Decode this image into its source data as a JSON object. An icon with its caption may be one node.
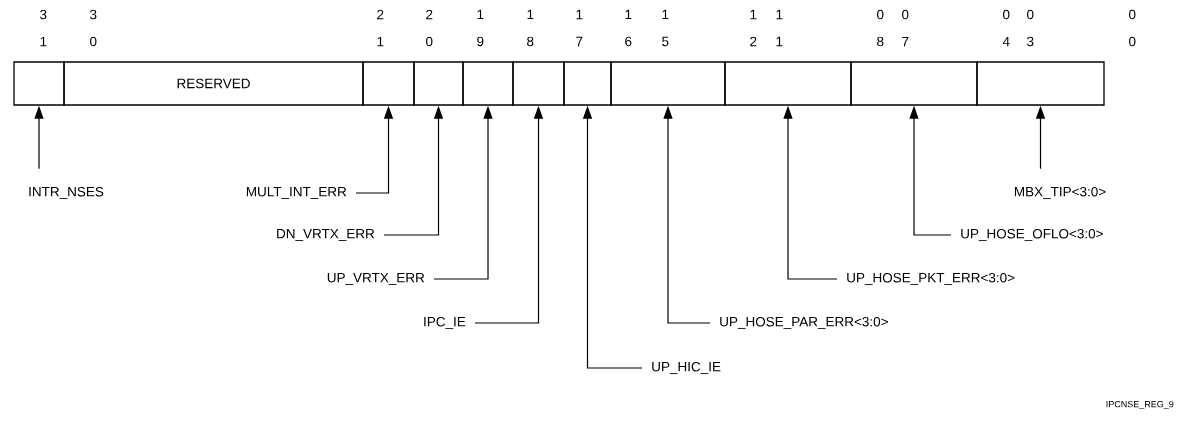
{
  "diagram": {
    "nodes": [
      {
        "text": [],
        "shape": "box"
      },
      {
        "text": [
          "RESERVED"
        ]
      },
      {
        "text": [],
        "shape": "box"
      },
      {
        "text": [],
        "shape": "box"
      },
      {
        "text": [],
        "shape": "box"
      },
      {
        "text": [],
        "shape": "box"
      },
      {
        "text": [],
        "shape": "box"
      },
      {
        "text": [],
        "shape": "box"
      },
      {
        "text": [],
        "shape": "box"
      },
      {
        "text": [],
        "shape": "box"
      },
      {
        "text": [],
        "shape": "box"
      },
      {
        "text": [
          "INTR_NSES"
        ]
      },
      {
        "text": [
          "MULT_INT_ERR"
        ]
      },
      {
        "text": [
          "DN_VRTX_ERR"
        ]
      },
      {
        "text": [
          "UP_VRTX_ERR"
        ]
      },
      {
        "text": [
          "IPC_IE"
        ]
      },
      {
        "text": [
          "UP_HIC_IE"
        ]
      },
      {
        "text": [
          "UP_HOSE_PAR_ERR<3:0>"
        ]
      },
      {
        "text": [
          "UP_HOSE_PKT_ERR<3:0>"
        ]
      },
      {
        "text": [
          "UP_HOSE_OFLO<3:0>"
        ]
      },
      {
        "text": [
          "MBX_TIP<3:0>"
        ]
      }
    ],
    "edges": [
      {
        "from": 11,
        "to": 0,
        "arrow": "to"
      },
      {
        "from": 12,
        "to": 2,
        "arrow": "to"
      },
      {
        "from": 13,
        "to": 3,
        "arrow": "to"
      },
      {
        "from": 14,
        "to": 4,
        "arrow": "to"
      },
      {
        "from": 15,
        "to": 5,
        "arrow": "to"
      },
      {
        "from": 16,
        "to": 6,
        "arrow": "to"
      },
      {
        "from": 17,
        "to": 7,
        "arrow": "to"
      },
      {
        "from": 18,
        "to": 8,
        "arrow": "to"
      },
      {
        "from": 19,
        "to": 9,
        "arrow": "to"
      },
      {
        "from": 20,
        "to": 10,
        "arrow": "to"
      }
    ],
    "labels": [
      "3 1",
      "3 0",
      "2 1",
      "2 0",
      "1 9",
      "1 8",
      "1 7",
      "1 6",
      "1 5",
      "1 2",
      "1 1",
      "0 8",
      "0 7",
      "0 4",
      "0 3",
      "0 0",
      "IPCNSE_REG_9"
    ]
  }
}
